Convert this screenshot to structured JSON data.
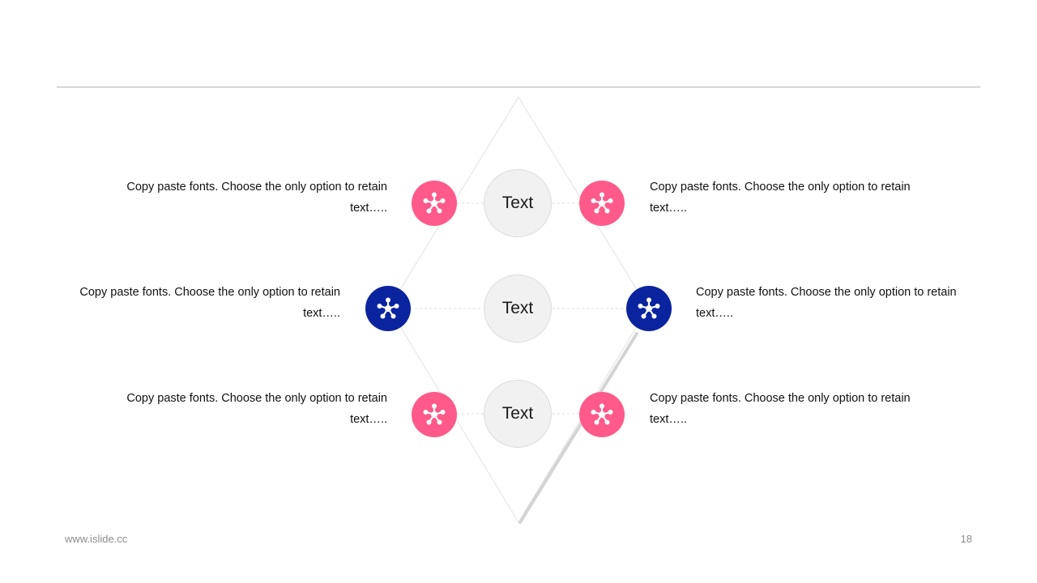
{
  "colors": {
    "pink": "#ff5a8a",
    "navy": "#0a249f",
    "circle_fill": "#f1f1f1",
    "line": "#d9d9d9"
  },
  "center": {
    "labels": [
      "Text",
      "Text",
      "Text"
    ]
  },
  "items": [
    {
      "side": "left",
      "color": "pink",
      "icon": "molecule-icon",
      "text": "Copy paste fonts. Choose the only option to retain text….."
    },
    {
      "side": "right",
      "color": "pink",
      "icon": "molecule-icon",
      "text": "Copy paste fonts. Choose the only option to retain text….."
    },
    {
      "side": "left",
      "color": "navy",
      "icon": "molecule-icon",
      "text": "Copy paste fonts. Choose the only option to retain text….."
    },
    {
      "side": "right",
      "color": "navy",
      "icon": "molecule-icon",
      "text": "Copy paste fonts. Choose the only option to retain text….."
    },
    {
      "side": "left",
      "color": "pink",
      "icon": "molecule-icon",
      "text": "Copy paste fonts. Choose the only option to retain text….."
    },
    {
      "side": "right",
      "color": "pink",
      "icon": "molecule-icon",
      "text": "Copy paste fonts. Choose the only option to retain text….."
    }
  ],
  "footer": {
    "url": "www.islide.cc",
    "page": "18"
  }
}
